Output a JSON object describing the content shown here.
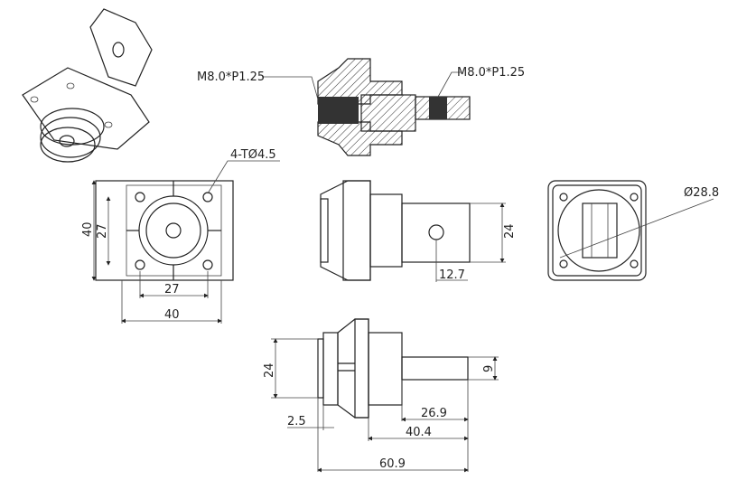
{
  "drawing": {
    "section_view": {
      "thread_left": "M8.0*P1.25",
      "thread_right": "M8.0*P1.25"
    },
    "front_view": {
      "holes_label": "4-TØ4.5",
      "height_outer": "40",
      "height_inner": "27",
      "width_inner": "27",
      "width_outer": "40"
    },
    "side_view": {
      "height": "24",
      "hole_offset": "12.7"
    },
    "rear_view": {
      "diameter": "Ø28.8"
    },
    "bottom_view": {
      "height": "24",
      "flange_offset": "2.5",
      "tab_length": "26.9",
      "body_length": "40.4",
      "total_length": "60.9",
      "tab_thickness": "9"
    }
  }
}
